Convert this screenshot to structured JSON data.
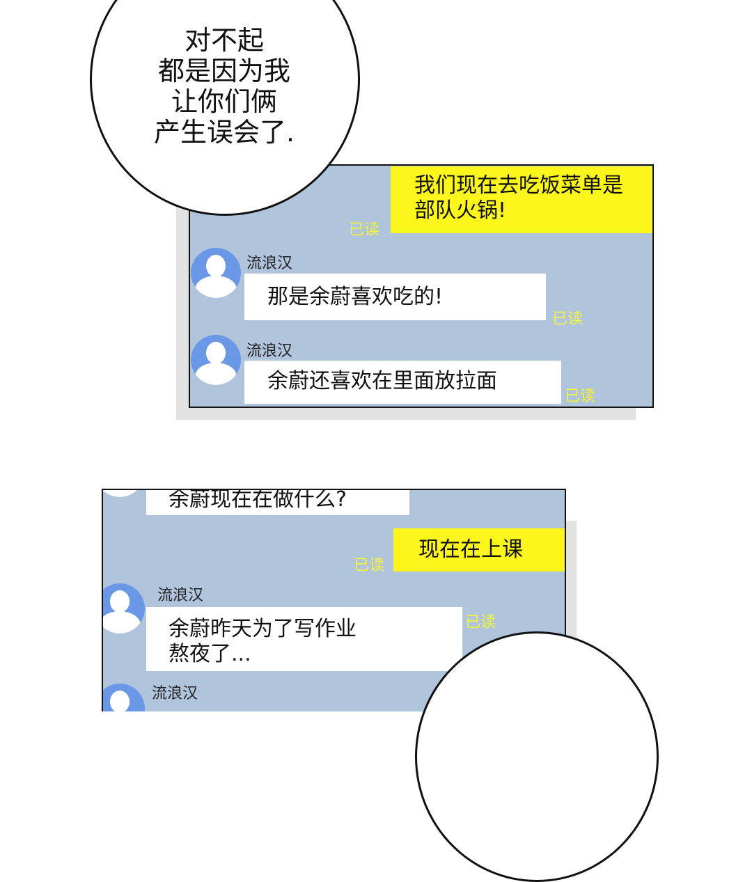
{
  "speech_bubble_top": {
    "lines": [
      "对不起",
      "都是因为我",
      "让你们俩",
      "产生误会了."
    ]
  },
  "chat_panel_1": {
    "messages": [
      {
        "sender": "me",
        "lines": [
          "我们现在去吃饭菜单是",
          "部队火锅!"
        ],
        "status": "已读"
      },
      {
        "sender": "流浪汉",
        "lines": [
          "那是余蔚喜欢吃的!"
        ],
        "status": "已读"
      },
      {
        "sender": "流浪汉",
        "lines": [
          "余蔚还喜欢在里面放拉面"
        ],
        "status": "已读"
      }
    ]
  },
  "chat_panel_2": {
    "messages": [
      {
        "sender": "",
        "lines": [
          "余蔚现在在做什么?"
        ]
      },
      {
        "sender": "me",
        "lines": [
          "现在在上课"
        ],
        "status": "已读"
      },
      {
        "sender": "流浪汉",
        "lines": [
          "余蔚昨天为了写作业",
          "熬夜了..."
        ],
        "status": "已读"
      },
      {
        "sender": "流浪汉",
        "lines": []
      }
    ]
  },
  "colors": {
    "chat_bg": "#b0c4dc",
    "my_bubble": "#fdf61c",
    "read_text": "#f4f23a",
    "avatar": "#6b98e6"
  }
}
